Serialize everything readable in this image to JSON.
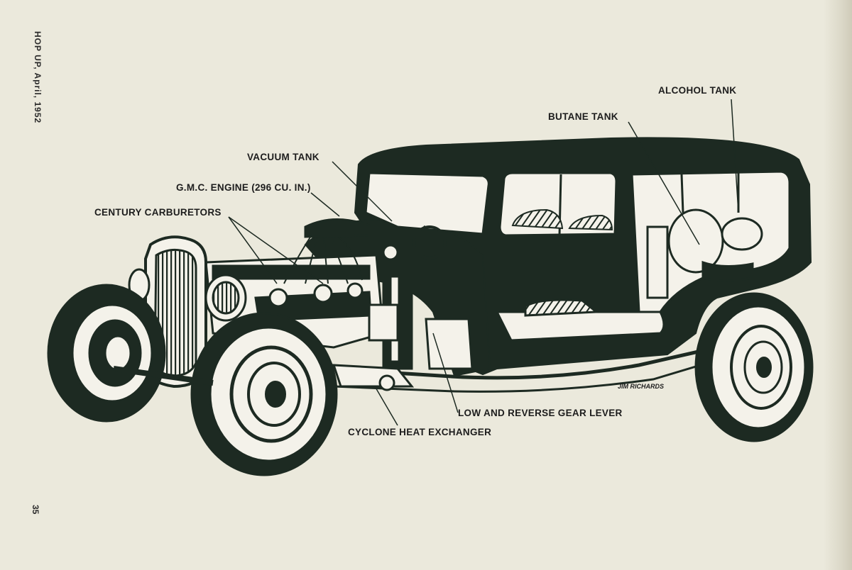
{
  "page": {
    "side_header": "HOP UP, April, 1952",
    "page_number": "35"
  },
  "labels": {
    "alcohol_tank": "ALCOHOL TANK",
    "butane_tank": "BUTANE TANK",
    "vacuum_tank": "VACUUM TANK",
    "gmc_engine": "G.M.C. ENGINE (296 CU. IN.)",
    "century_carburetors": "CENTURY CARBURETORS",
    "low_reverse_gear_lever": "LOW AND REVERSE GEAR LEVER",
    "cyclone_heat_exchanger": "CYCLONE HEAT EXCHANGER"
  },
  "signature": "JIM RICHARDS",
  "colors": {
    "paper": "#ebe9dc",
    "ink": "#1d2a22",
    "white": "#f7f5ee"
  }
}
